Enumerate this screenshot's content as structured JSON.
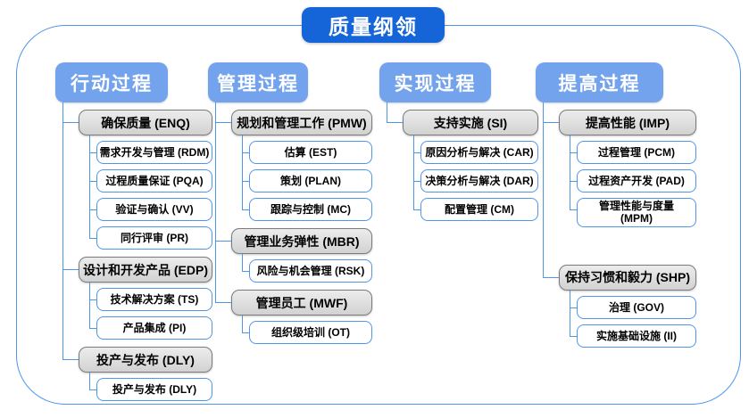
{
  "title": "质量纲领",
  "colors": {
    "title_bg": "#1565D8",
    "header_bg": "#74A3ED",
    "line": "#4E96E8",
    "frame_border": "#4E96E8",
    "white_box_border": "#4E96E8",
    "gray_box_bg": "#D2D2D2",
    "gray_box_border": "#7B7B7B"
  },
  "columns": [
    {
      "header": "行动过程",
      "groups": [
        {
          "label": "确保质量 (ENQ)",
          "children": [
            "需求开发与管理 (RDM)",
            "过程质量保证 (PQA)",
            "验证与确认 (VV)",
            "同行评审 (PR)"
          ]
        },
        {
          "label": "设计和开发产品 (EDP)",
          "children": [
            "技术解决方案 (TS)",
            "产品集成 (PI)"
          ]
        },
        {
          "label": "投产与发布 (DLY)",
          "children": [
            "投产与发布 (DLY)"
          ]
        }
      ]
    },
    {
      "header": "管理过程",
      "groups": [
        {
          "label": "规划和管理工作 (PMW)",
          "children": [
            "估算 (EST)",
            "策划 (PLAN)",
            "跟踪与控制 (MC)"
          ]
        },
        {
          "label": "管理业务弹性 (MBR)",
          "children": [
            "风险与机会管理 (RSK)"
          ]
        },
        {
          "label": "管理员工 (MWF)",
          "children": [
            "组织级培训 (OT)"
          ]
        }
      ]
    },
    {
      "header": "实现过程",
      "groups": [
        {
          "label": "支持实施 (SI)",
          "children": [
            "原因分析与解决 (CAR)",
            "决策分析与解决 (DAR)",
            "配置管理 (CM)"
          ]
        }
      ]
    },
    {
      "header": "提高过程",
      "groups": [
        {
          "label": "提高性能 (IMP)",
          "children": [
            "过程管理 (PCM)",
            "过程资产开发 (PAD)",
            "管理性能与度量\n(MPM)"
          ]
        },
        {
          "label": "保持习惯和毅力 (SHP)",
          "children": [
            "治理 (GOV)",
            "实施基础设施 (II)"
          ]
        }
      ]
    }
  ]
}
